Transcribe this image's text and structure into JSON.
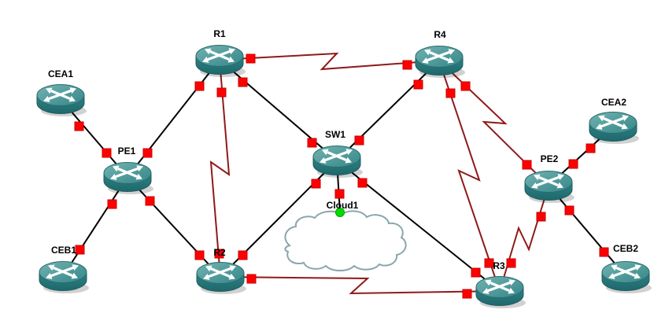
{
  "canvas": {
    "background": "#ffffff"
  },
  "colors": {
    "ethernet_link": "#000000",
    "serial_link": "#8f1a1a",
    "interface_marker": "#ff0000",
    "cloud_endpoint": "#00dc00",
    "router_teal": "#2f8486",
    "cloud_outline": "#8aa6ac"
  },
  "nodes": [
    {
      "id": "CEA1",
      "label": "CEA1",
      "type": "router"
    },
    {
      "id": "PE1",
      "label": "PE1",
      "type": "router"
    },
    {
      "id": "CEB1",
      "label": "CEB1",
      "type": "router"
    },
    {
      "id": "R1",
      "label": "R1",
      "type": "router"
    },
    {
      "id": "R2",
      "label": "R2",
      "type": "router"
    },
    {
      "id": "SW1",
      "label": "SW1",
      "type": "router"
    },
    {
      "id": "Cloud1",
      "label": "Cloud1",
      "type": "cloud"
    },
    {
      "id": "R4",
      "label": "R4",
      "type": "router"
    },
    {
      "id": "R3",
      "label": "R3",
      "type": "router"
    },
    {
      "id": "PE2",
      "label": "PE2",
      "type": "router"
    },
    {
      "id": "CEA2",
      "label": "CEA2",
      "type": "router"
    },
    {
      "id": "CEB2",
      "label": "CEB2",
      "type": "router"
    }
  ],
  "links": [
    {
      "from": "CEA1",
      "to": "PE1",
      "type": "ethernet"
    },
    {
      "from": "R1",
      "to": "PE1",
      "type": "ethernet"
    },
    {
      "from": "PE1",
      "to": "CEB1",
      "type": "ethernet"
    },
    {
      "from": "PE1",
      "to": "R2",
      "type": "ethernet"
    },
    {
      "from": "R1",
      "to": "SW1",
      "type": "ethernet"
    },
    {
      "from": "R4",
      "to": "SW1",
      "type": "ethernet"
    },
    {
      "from": "SW1",
      "to": "R2",
      "type": "ethernet"
    },
    {
      "from": "SW1",
      "to": "R3",
      "type": "ethernet"
    },
    {
      "from": "SW1",
      "to": "Cloud1",
      "type": "ethernet"
    },
    {
      "from": "PE2",
      "to": "CEA2",
      "type": "ethernet"
    },
    {
      "from": "PE2",
      "to": "CEB2",
      "type": "ethernet"
    },
    {
      "from": "R1",
      "to": "R4",
      "type": "serial"
    },
    {
      "from": "R1",
      "to": "R2",
      "type": "serial"
    },
    {
      "from": "R2",
      "to": "R3",
      "type": "serial"
    },
    {
      "from": "R4",
      "to": "R3",
      "type": "serial"
    },
    {
      "from": "R4",
      "to": "PE2",
      "type": "serial"
    },
    {
      "from": "PE2",
      "to": "R3",
      "type": "serial"
    }
  ]
}
